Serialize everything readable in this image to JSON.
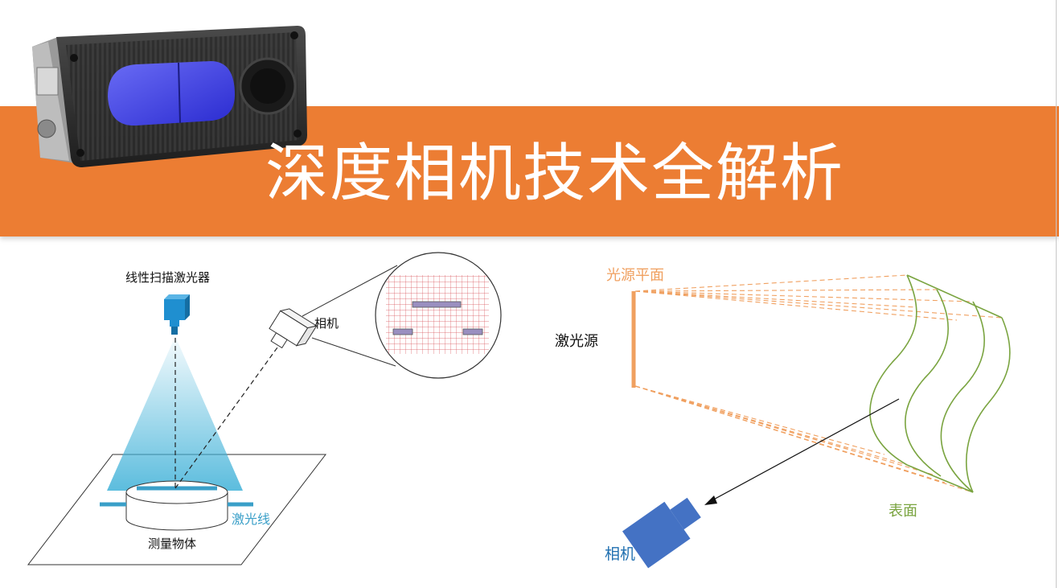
{
  "title": "深度相机技术全解析",
  "colors": {
    "banner": "#ec7d33",
    "camera_body": "#2c2c2c",
    "camera_lens_blue": "#3b3fe0",
    "beam": "#3fb1d8",
    "laser_line": "#3a9fc8",
    "grid_red": "#d9535a",
    "source_orange": "#f0a060",
    "surface_green": "#7aa440",
    "camera_blue": "#4472c4"
  },
  "left_diagram": {
    "laser_label": "线性扫描激光器",
    "camera_label": "相机",
    "laser_line_label": "激光线",
    "object_label": "测量物体"
  },
  "right_diagram": {
    "source_plane_label": "光源平面",
    "source_label": "激光源",
    "surface_label": "表面",
    "camera_label": "相机"
  }
}
